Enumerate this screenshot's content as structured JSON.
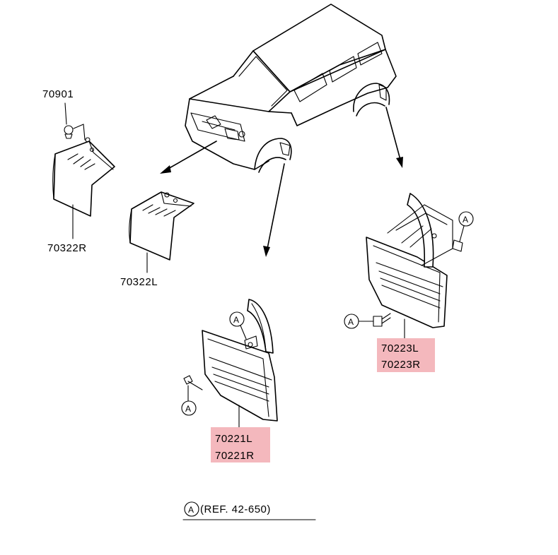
{
  "parts": {
    "clip": "70901",
    "inner_fender_r": "70322R",
    "inner_fender_l": "70322L",
    "front_flap_l": "70221L",
    "front_flap_r": "70221R",
    "rear_flap_l": "70223L",
    "rear_flap_r": "70223R"
  },
  "callout_letter": "A",
  "reference": "(REF. 42-650)",
  "highlight_color": "#f4b8bd"
}
